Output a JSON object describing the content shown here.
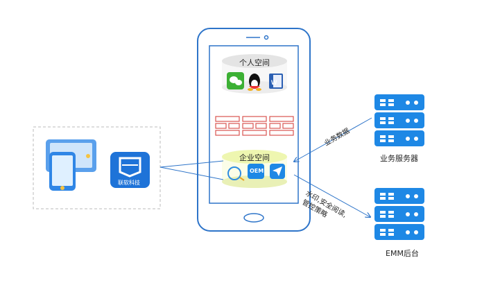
{
  "diagram": {
    "personal_space": "个人空间",
    "enterprise_space": "企业空间",
    "brand_name": "联软科技",
    "oem_label": "OEM",
    "business_data": "业务数据",
    "business_server": "业务服务器",
    "emm_backend": "EMM后台",
    "policy_line1": "水印,安全阅读,",
    "policy_line2": "管控策略",
    "colors": {
      "phone_outline": "#2d74c9",
      "server_blue": "#1e88e5",
      "cylinder_top": "#f0f0f0",
      "enterprise_cylinder_top": "#eef6b0",
      "firewall_red": "#d9534f"
    }
  }
}
